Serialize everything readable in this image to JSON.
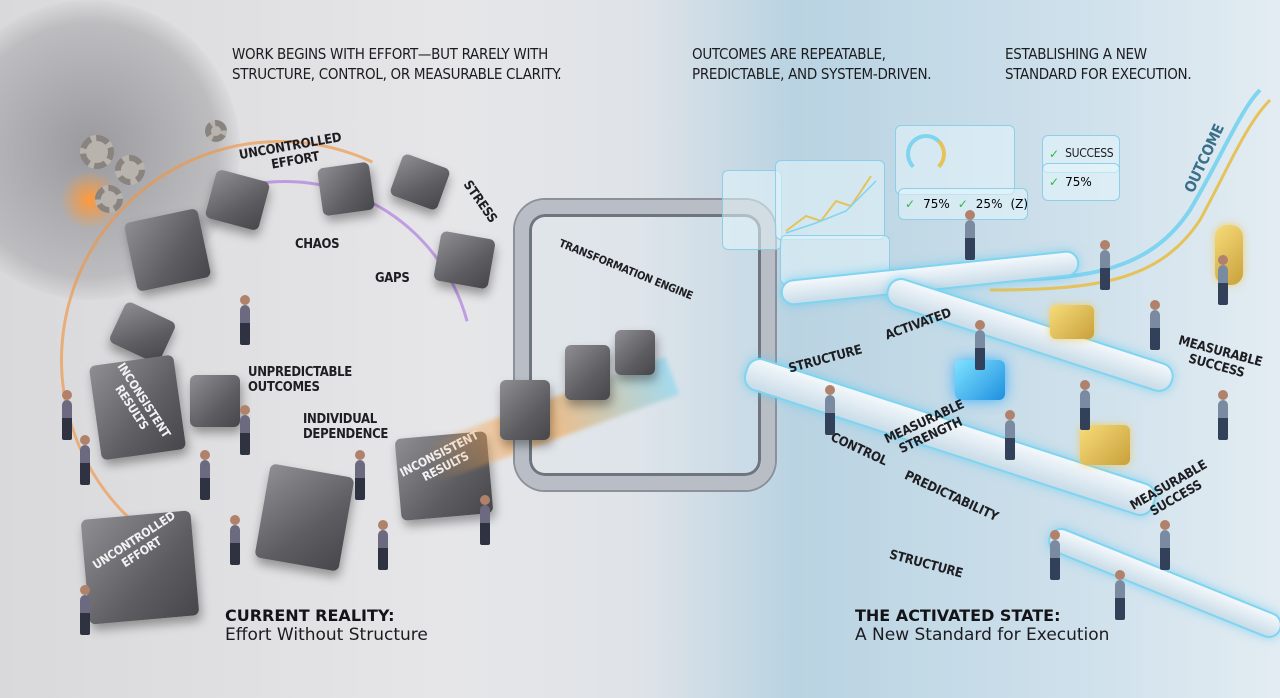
{
  "left": {
    "headline_line1": "Work begins with effort—but rarely with",
    "headline_line2": "structure, control, or measurable clarity.",
    "labels": {
      "uncontrolled_effort_top_1": "Uncontrolled",
      "uncontrolled_effort_top_2": "Effort",
      "stress": "Stress",
      "chaos": "Chaos",
      "gaps": "Gaps",
      "unpredictable_1": "Unpredictable",
      "unpredictable_2": "Outcomes",
      "individual_1": "Individual",
      "individual_2": "Dependence"
    },
    "rocks": {
      "inconsistent_left_1": "Inconsistent",
      "inconsistent_left_2": "Results",
      "inconsistent_right_1": "Inconsistent",
      "inconsistent_right_2": "Results",
      "uncontrolled_1": "Uncontrolled",
      "uncontrolled_2": "Effort"
    },
    "title": "CURRENT REALITY:",
    "subtitle": "Effort Without Structure"
  },
  "engine": {
    "label": "Transformation Engine"
  },
  "right": {
    "headline_mid_line1": "Outcomes are repeatable,",
    "headline_mid_line2": "predictable, and system-driven.",
    "headline_right_line1": "Establishing a new",
    "headline_right_line2": "standard for execution.",
    "dashboard": {
      "success_label": "Success",
      "success_value": "75%",
      "metric_a": "75%",
      "metric_b": "25%",
      "metric_c": "(Z)",
      "outcome_label": "Outcome"
    },
    "labels": {
      "activated": "Activated",
      "structure_top": "Structure",
      "measurable_success_top_1": "Measurable",
      "measurable_success_top_2": "Success",
      "control": "Control",
      "measurable_strength_1": "Measurable",
      "measurable_strength_2": "Strength",
      "predictability": "Predictability",
      "measurable_success_bottom_1": "Measurable",
      "measurable_success_bottom_2": "Success",
      "structure_bottom": "Structure"
    },
    "title": "THE ACTIVATED STATE:",
    "subtitle": "A New Standard for Execution"
  },
  "colors": {
    "accent_cyan": "#7fd4f0",
    "accent_gold": "#e6c25a",
    "accent_orange": "#f0964a",
    "accent_purple": "#a66de0",
    "success_green": "#2fb84a"
  }
}
